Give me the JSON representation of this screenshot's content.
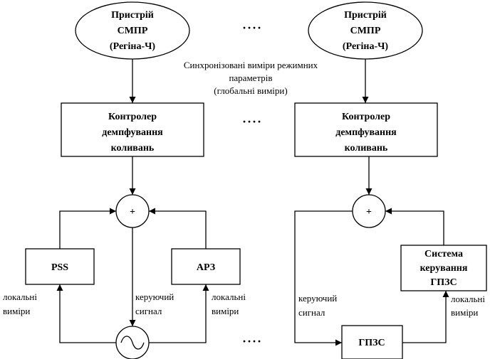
{
  "left": {
    "device": [
      "Пристрій",
      "СМПР",
      "(Регіна-Ч)"
    ],
    "controller": [
      "Контролер",
      "демпфування",
      "коливань"
    ],
    "sum_symbol": "+",
    "pss_label": "PSS",
    "arz_label": "АРЗ",
    "local_meas_left": [
      "локальні",
      "виміри"
    ],
    "local_meas_right": [
      "локальні",
      "виміри"
    ],
    "control_signal": [
      "керуючий",
      "сигнал"
    ]
  },
  "right": {
    "device": [
      "Пристрій",
      "СМПР",
      "(Регіна-Ч)"
    ],
    "controller": [
      "Контролер",
      "демпфування",
      "коливань"
    ],
    "sum_symbol": "+",
    "control_system": [
      "Система",
      "керування",
      "ГПЗС"
    ],
    "gpzs_label": "ГПЗС",
    "control_signal": [
      "керуючий",
      "сигнал"
    ],
    "local_meas": [
      "локальні",
      "виміри"
    ]
  },
  "sync_note": [
    "Синхронізовані виміри режимних",
    "параметрів",
    "(глобальні виміри)"
  ],
  "ellipsis": "····"
}
